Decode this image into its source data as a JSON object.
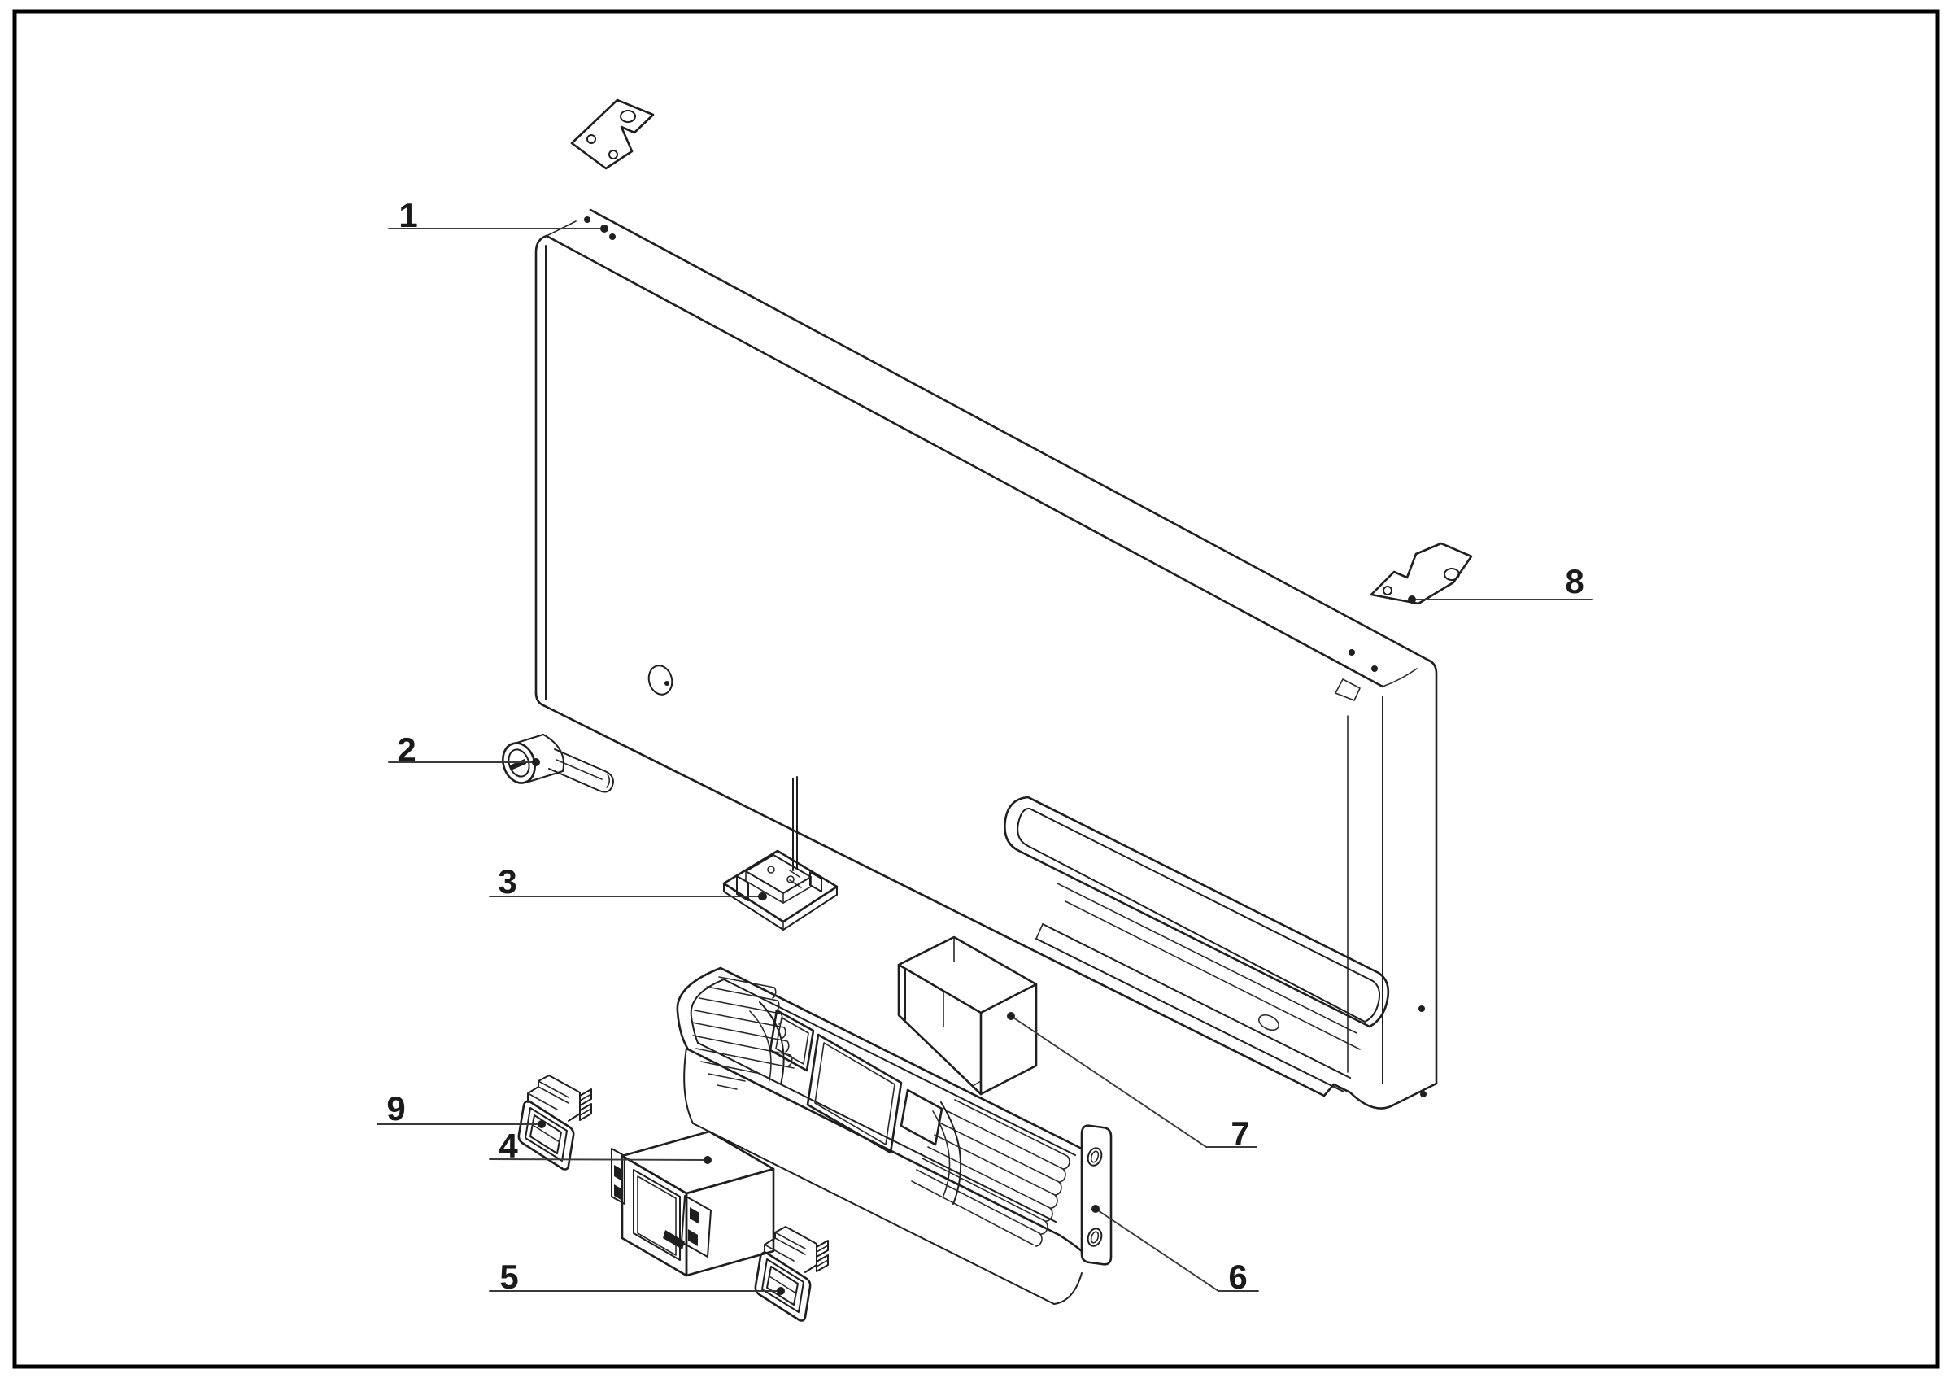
{
  "diagram": {
    "type": "exploded-parts-diagram",
    "description_visible_text_only": true,
    "labels": [
      {
        "text": "1"
      },
      {
        "text": "2"
      },
      {
        "text": "3"
      },
      {
        "text": "4"
      },
      {
        "text": "5"
      },
      {
        "text": "6"
      },
      {
        "text": "7"
      },
      {
        "text": "8"
      },
      {
        "text": "9"
      }
    ]
  },
  "colors": {
    "background": "#ffffff",
    "line": "#1f1f1f",
    "frame": "#000000"
  }
}
